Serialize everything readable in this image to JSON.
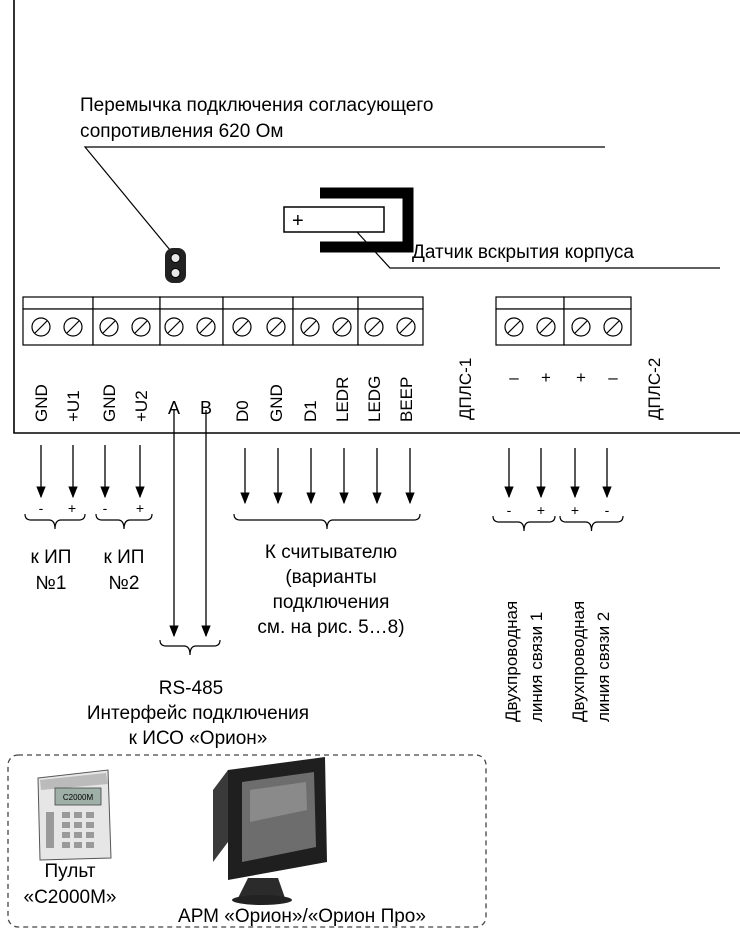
{
  "jumper_label": {
    "line1": "Перемычка подключения согласующего",
    "line2": "сопротивления 620 Ом"
  },
  "tamper": {
    "plus": "+",
    "label": "Датчик вскрытия корпуса"
  },
  "terminals_left": [
    "GND",
    "+U1",
    "GND",
    "+U2",
    "A",
    "B",
    "D0",
    "GND",
    "D1",
    "LEDR",
    "LEDG",
    "BEEP"
  ],
  "terminals_right": {
    "dpls1": "ДПЛС-1",
    "dpls2": "ДПЛС-2",
    "polarity": [
      "–",
      "+",
      "+",
      "–"
    ]
  },
  "psu1": {
    "polarity": [
      "-",
      "+"
    ],
    "line1": "к ИП",
    "line2": "№1"
  },
  "psu2": {
    "polarity": [
      "-",
      "+"
    ],
    "line1": "к ИП",
    "line2": "№2"
  },
  "reader": {
    "line1": "К считывателю",
    "line2": "(варианты",
    "line3": "подключения",
    "line4": "см. на рис. 5…8)"
  },
  "rs485": {
    "line1": "RS-485",
    "line2": "Интерфейс подключения",
    "line3": "к ИСО «Орион»"
  },
  "line1": {
    "polarity": [
      "-",
      "+"
    ],
    "label_a": "Двухпроводная",
    "label_b": "линия связи 1"
  },
  "line2": {
    "polarity": [
      "+",
      "-"
    ],
    "label_a": "Двухпроводная",
    "label_b": "линия связи 2"
  },
  "devices": {
    "console_line1": "Пульт",
    "console_line2": "«С2000М»",
    "arm": "АРМ «Орион»/«Орион Про»",
    "console_screen": "С2000М"
  }
}
